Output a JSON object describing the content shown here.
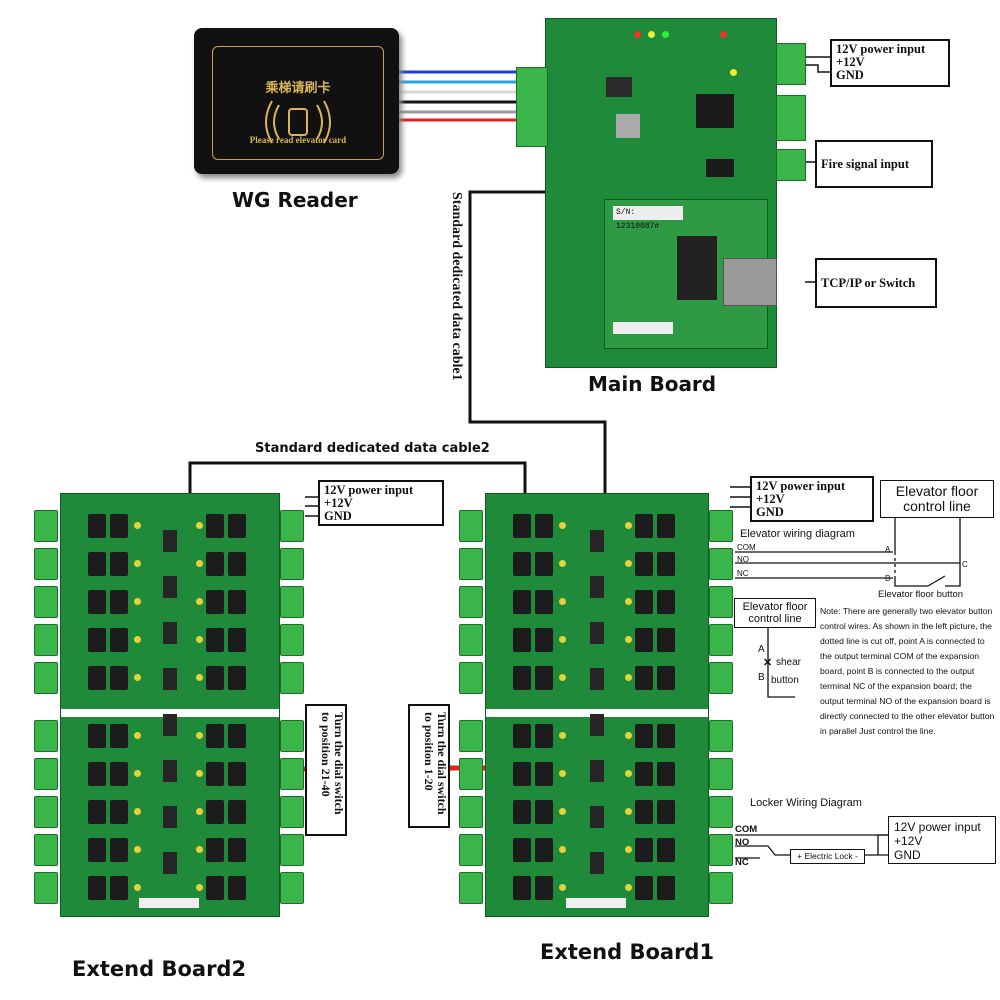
{
  "wg_reader": {
    "label": "WG Reader",
    "card_text_cn": "乘梯请刷卡",
    "card_text_en": "Please read elevator card"
  },
  "main_board": {
    "label": "Main Board",
    "serial": "S/N: 12310087#"
  },
  "cables": {
    "cable1": "Standard dedicated data cable1",
    "cable2": "Standard dedicated data cable2"
  },
  "main_callouts": {
    "power": [
      "12V power input",
      "+12V",
      "GND"
    ],
    "fire": "Fire signal input",
    "tcpip": "TCP/IP or Switch"
  },
  "extend2": {
    "label": "Extend Board2",
    "power": [
      "12V power input",
      "+12V",
      "GND"
    ],
    "dial": [
      "Turn the dial switch",
      "to position 21-40"
    ]
  },
  "extend1": {
    "label": "Extend Board1",
    "power": [
      "12V power input",
      "+12V",
      "GND"
    ],
    "dial": [
      "Turn the dial switch",
      "to position 1-20"
    ]
  },
  "elevator_diagram": {
    "title": "Elevator wiring diagram",
    "control_line": "Elevator floor control line",
    "floor_button": "Elevator floor button",
    "terminals": [
      "COM",
      "NO",
      "NC"
    ],
    "point_a": "A",
    "point_b": "B",
    "point_c": "C",
    "small_box": [
      "Elevator floor",
      "control line"
    ],
    "shear": "shear",
    "button": "button",
    "note": "Note: There are generally two elevator button control wires. As shown in the left picture, the dotted line is cut off, point A is connected to the output terminal COM of the expansion board, point B is connected to the output terminal NC of the expansion board; the output terminal NO of the expansion board is directly connected to the other elevator button in parallel Just control the line."
  },
  "locker_diagram": {
    "title": "Locker Wiring Diagram",
    "terminals": [
      "COM",
      "NO",
      "NC"
    ],
    "lock": "+ Electric Lock -",
    "power": [
      "12V power input",
      "+12V",
      "GND"
    ]
  },
  "colors": {
    "board_green": "#1f8a3a",
    "terminal_green": "#39b54a",
    "arrow_red": "#e3241b",
    "reader_gold": "#d9b45c"
  }
}
